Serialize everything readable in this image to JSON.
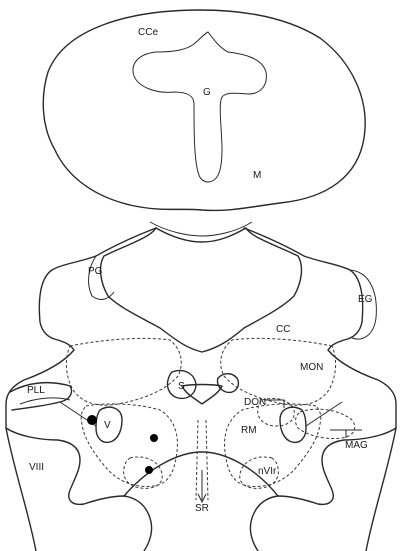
{
  "labels": {
    "cce": "CCe",
    "g": "G",
    "m": "M",
    "pg": "PG",
    "eg": "EG",
    "cc": "CC",
    "mon": "MON",
    "pll": "PLL",
    "s": "S",
    "don": "DON",
    "v": "V",
    "rm": "RM",
    "mag": "MAG",
    "viii": "VIII",
    "nvir": "nVIr",
    "sr": "SR"
  },
  "colors": {
    "line": "#2a2a2a",
    "fill_dot": "#000000",
    "background": "#ffffff"
  }
}
